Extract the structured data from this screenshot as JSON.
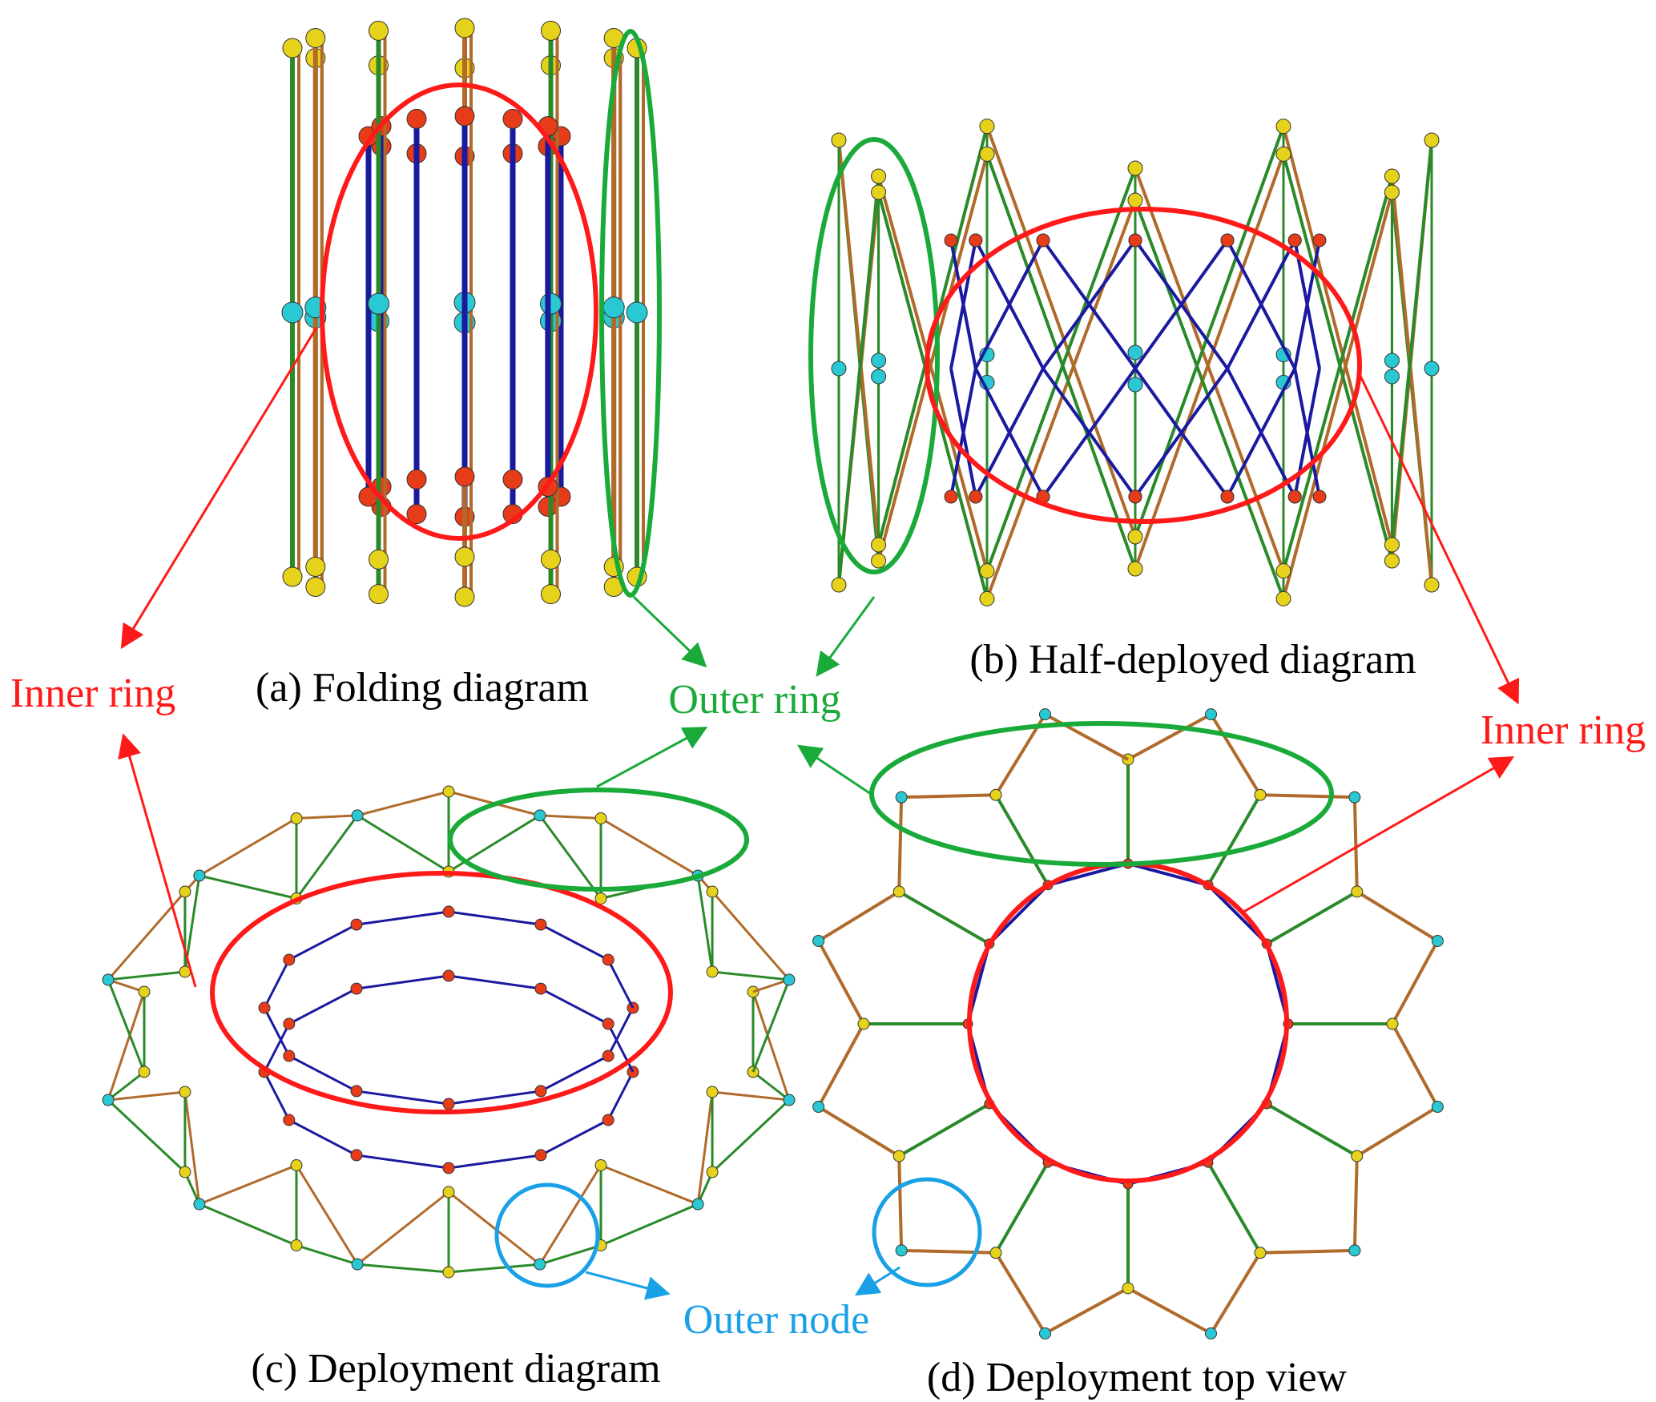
{
  "captions": {
    "a": "(a) Folding diagram",
    "b": "(b) Half-deployed diagram",
    "c": "(c) Deployment diagram",
    "d": "(d) Deployment top view"
  },
  "annotations": {
    "inner_ring_left": "Inner ring",
    "inner_ring_right": "Inner ring",
    "outer_ring": "Outer ring",
    "outer_node": "Outer node"
  },
  "colors": {
    "inner_ring": "#ff1a1a",
    "outer_ring": "#1aaa3a",
    "outer_node": "#1aa0e6",
    "strut_brown": "#b06a2a",
    "strut_green": "#2a8a2a",
    "inner_strut": "#1a1aa0",
    "joint_yellow": "#e6d21a",
    "joint_red": "#e63c1a",
    "joint_cyan": "#2ac8d2"
  }
}
